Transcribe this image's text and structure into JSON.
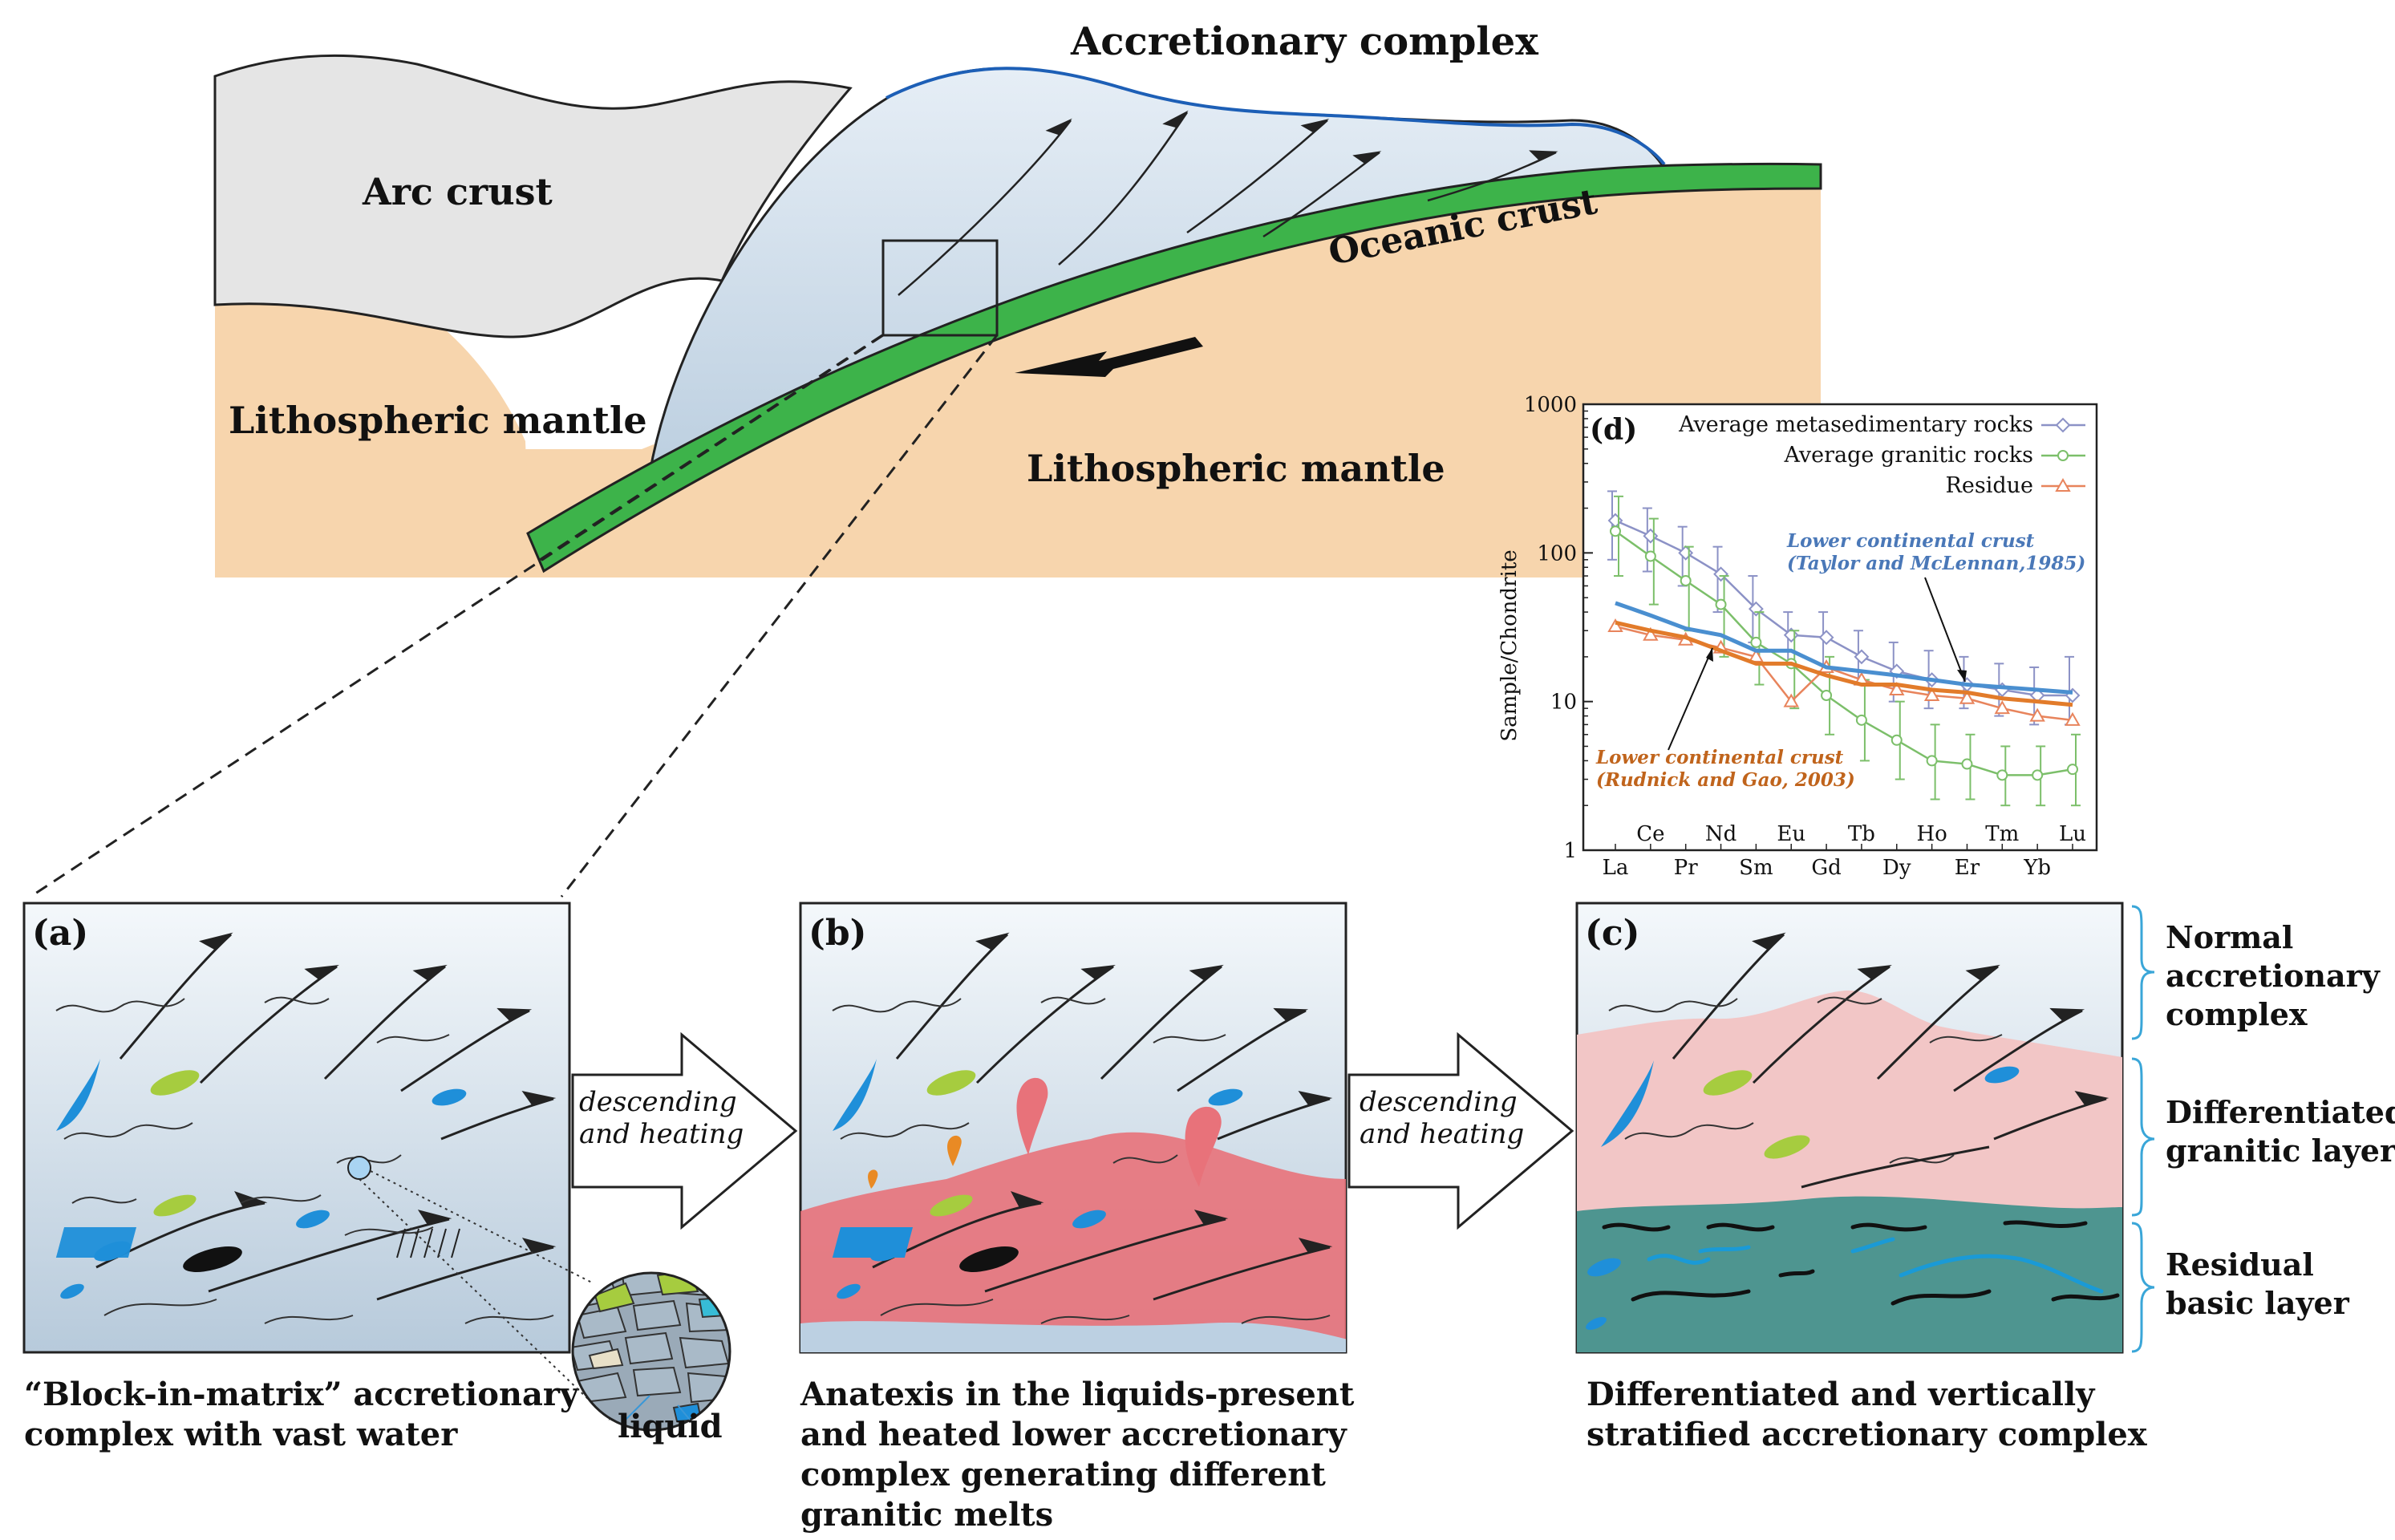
{
  "top": {
    "accretionary_complex": "Accretionary complex",
    "arc_crust": "Arc crust",
    "oceanic_crust": "Oceanic crust",
    "lithospheric_mantle_left": "Lithospheric mantle",
    "lithospheric_mantle_right": "Lithospheric mantle"
  },
  "panels": {
    "a": {
      "label": "(a)",
      "caption": [
        "“Block-in-matrix” accretionary",
        "complex with vast water"
      ]
    },
    "b": {
      "label": "(b)",
      "caption": [
        "Anatexis in the liquids-present",
        "and heated lower accretionary",
        "complex generating different",
        "granitic melts"
      ]
    },
    "c": {
      "label": "(c)",
      "caption": [
        "Differentiated and vertically",
        "stratified accretionary complex"
      ]
    }
  },
  "liquid_label": "liquid",
  "arrows": [
    {
      "line1": "descending",
      "line2": "and heating"
    },
    {
      "line1": "descending",
      "line2": "and heating"
    }
  ],
  "layers": [
    {
      "lines": [
        "Normal",
        "accretionary",
        "complex"
      ]
    },
    {
      "lines": [
        "Differentiated",
        "granitic layer"
      ]
    },
    {
      "lines": [
        "Residual",
        "basic layer"
      ]
    }
  ],
  "colors": {
    "blue_block": "#1f8fd9",
    "green_block": "#a6cc3f",
    "melt_red": "#e8727a",
    "melt_orange": "#e98a24",
    "granitic_layer": "#f2c6c6",
    "residual_layer": "#4e9590",
    "oceanic": "#3db34a",
    "mantle": "#f7d5ad",
    "arc": "#e5e5e5",
    "series_meta": "#8c92c6",
    "series_granite": "#7cbf6a",
    "series_residue": "#e8845c",
    "lcc_taylor": "#4a8fd0",
    "lcc_rudnick": "#e27b2a"
  },
  "chart_data": {
    "type": "line",
    "panel_label": "(d)",
    "ylabel": "Sample/Chondrite",
    "yscale": "log",
    "ylim": [
      1,
      1000
    ],
    "yticks": [
      "1",
      "10",
      "100",
      "1000"
    ],
    "categories": [
      "La",
      "Ce",
      "Pr",
      "Nd",
      "Sm",
      "Eu",
      "Gd",
      "Tb",
      "Dy",
      "Ho",
      "Er",
      "Tm",
      "Yb",
      "Lu"
    ],
    "tick_labels_lower": [
      "La",
      "Pr",
      "Sm",
      "Gd",
      "Dy",
      "Er",
      "Yb"
    ],
    "tick_labels_upper": [
      "Ce",
      "Nd",
      "Eu",
      "Tb",
      "Ho",
      "Tm",
      "Lu"
    ],
    "legend_position": "top-right",
    "series": [
      {
        "name": "Average metasedimentary rocks",
        "marker": "diamond",
        "values": [
          165,
          130,
          100,
          72,
          42,
          28,
          27,
          20,
          16,
          14,
          13,
          12,
          11,
          11
        ],
        "err_hi": [
          260,
          200,
          150,
          110,
          70,
          40,
          40,
          30,
          25,
          22,
          20,
          18,
          17,
          20
        ],
        "err_lo": [
          90,
          75,
          60,
          40,
          25,
          18,
          16,
          13,
          10,
          9,
          9,
          8,
          7,
          7
        ]
      },
      {
        "name": "Average granitic rocks",
        "marker": "circle",
        "values": [
          140,
          95,
          65,
          45,
          25,
          18,
          11,
          7.5,
          5.5,
          4,
          3.8,
          3.2,
          3.2,
          3.5
        ],
        "err_hi": [
          240,
          170,
          110,
          70,
          40,
          30,
          20,
          14,
          10,
          7,
          6,
          5,
          5,
          6
        ],
        "err_lo": [
          70,
          45,
          30,
          20,
          13,
          9,
          6,
          4,
          3,
          2.2,
          2.2,
          2,
          2,
          2
        ]
      },
      {
        "name": "Residue",
        "marker": "triangle",
        "values": [
          32,
          28,
          26,
          23,
          20,
          10,
          17,
          14,
          12,
          11,
          10.5,
          9,
          8,
          7.5
        ]
      },
      {
        "name": "Lower continental crust",
        "annotation": [
          "Lower continental crust",
          "(Taylor and McLennan,1985)"
        ],
        "marker": "none",
        "values": [
          46,
          38,
          31,
          28,
          22,
          22,
          17,
          16,
          15,
          14,
          13,
          12.5,
          12,
          11.5
        ]
      },
      {
        "name": "Lower continental crust",
        "annotation": [
          "Lower continental crust",
          "(Rudnick and Gao, 2003)"
        ],
        "marker": "none",
        "values": [
          34,
          30,
          27,
          22,
          18,
          18,
          15,
          13,
          13,
          12,
          11.5,
          10.5,
          10,
          9.5
        ]
      }
    ]
  }
}
